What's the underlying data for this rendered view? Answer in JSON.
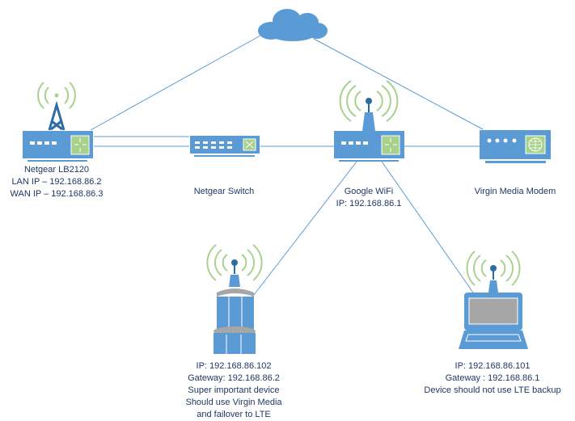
{
  "colors": {
    "device": "#5b9bd5",
    "accent": "#a9d18e",
    "signal": "#a9d18e",
    "tower": "#2e6da4",
    "link": "#5b9bd5",
    "text": "#1f3864",
    "screen": "#a6a6a6"
  },
  "nodes": {
    "internet": {
      "icon": "cloud-icon"
    },
    "lte_router": {
      "icon": "lte-router-icon",
      "lines": [
        "Netgear LB2120",
        "LAN IP – 192.168.86.2",
        "WAN IP – 192.168.86.3"
      ]
    },
    "switch": {
      "icon": "switch-icon",
      "lines": [
        "Netgear Switch"
      ]
    },
    "wifi": {
      "icon": "wireless-router-icon",
      "lines": [
        "Google WiFi",
        "IP: 192.168.86.1"
      ]
    },
    "modem": {
      "icon": "modem-icon",
      "lines": [
        "Virgin Media Modem"
      ]
    },
    "important_device": {
      "icon": "wireless-tower-device-icon",
      "lines": [
        "IP: 192.168.86.102",
        "Gateway: 192.168.86.2",
        "Super important device",
        "Should use Virgin Media",
        "and failover to LTE"
      ]
    },
    "laptop": {
      "icon": "wireless-laptop-icon",
      "lines": [
        "IP: 192.168.86.101",
        "Gateway : 192.168.86.1",
        "Device should not use LTE backup"
      ]
    }
  }
}
